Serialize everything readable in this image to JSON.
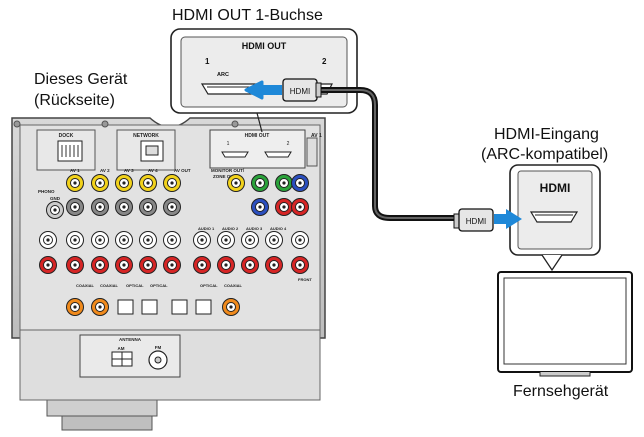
{
  "labels": {
    "hdmi_out_jack": "HDMI OUT 1-Buchse",
    "device_line1": "Dieses Gerät",
    "device_line2": "(Rückseite)",
    "tv_input_line1": "HDMI-Eingang",
    "tv_input_line2": "(ARC-kompatibel)",
    "tv": "Fernsehgerät"
  },
  "zoom_panel": {
    "title": "HDMI OUT",
    "port1": "1",
    "port2": "2",
    "arc": "ARC",
    "plug": "HDMI"
  },
  "tv_panel": {
    "title": "HDMI",
    "plug": "HDMI"
  },
  "receiver": {
    "dock": "DOCK",
    "network": "NETWORK",
    "hdmi_out": "HDMI OUT",
    "hdmi_out_1": "1",
    "hdmi_out_2": "2",
    "av1": "AV 1",
    "av2": "AV 2",
    "av3": "AV 3",
    "av4": "AV 4",
    "av_out": "AV OUT",
    "monitor_out": "MONITOR OUT/",
    "zone_out": "ZONE OUT",
    "phono": "PHONO",
    "gnd": "GND",
    "audio1": "AUDIO 1",
    "audio2": "AUDIO 2",
    "audio3": "AUDIO 3",
    "audio4": "AUDIO 4",
    "coaxial": "COAXIAL",
    "optical": "OPTICAL",
    "front": "FRONT",
    "antenna": "ANTENNA",
    "am": "AM",
    "fm": "FM"
  },
  "colors": {
    "arrow": "#1e88d8",
    "cable": "#111111",
    "panel_bg": "#ececec",
    "yellow_jack": "#f2d21b",
    "red_jack": "#d62525",
    "orange_jack": "#f08a1c",
    "green_jack": "#2aa23a",
    "blue_jack": "#2b4fbf"
  }
}
